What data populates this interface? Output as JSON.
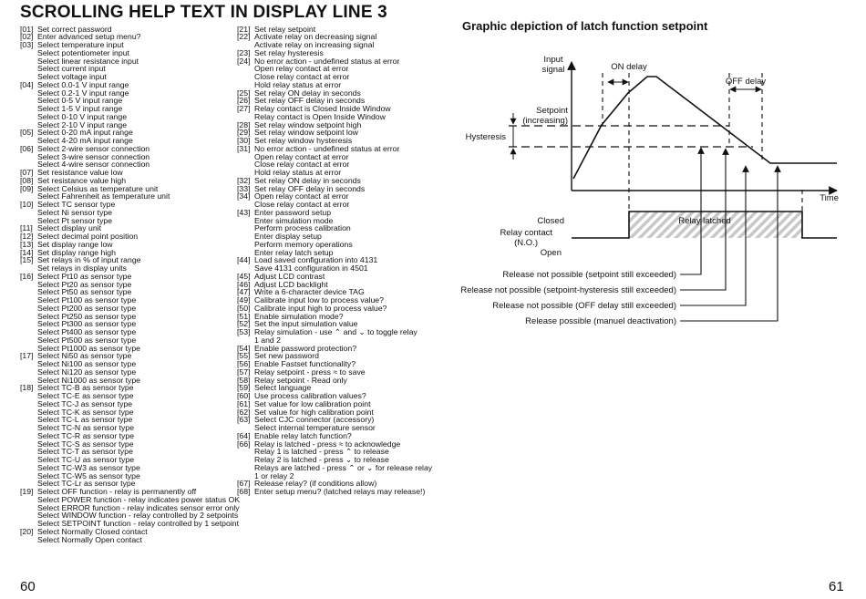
{
  "header": {
    "title": "SCROLLING HELP TEXT IN DISPLAY LINE 3"
  },
  "left_column": [
    {
      "code": "[01]",
      "text": "Set correct password"
    },
    {
      "code": "[02]",
      "text": "Enter advanced setup menu?"
    },
    {
      "code": "[03]",
      "text": "Select temperature input"
    },
    {
      "code": "",
      "text": "Select potentiometer input"
    },
    {
      "code": "",
      "text": "Select linear resistance input"
    },
    {
      "code": "",
      "text": "Select current input"
    },
    {
      "code": "",
      "text": "Select voltage input"
    },
    {
      "code": "[04]",
      "text": "Select 0.0-1 V input range"
    },
    {
      "code": "",
      "text": "Select 0.2-1 V input range"
    },
    {
      "code": "",
      "text": "Select 0-5 V input range"
    },
    {
      "code": "",
      "text": "Select 1-5 V input range"
    },
    {
      "code": "",
      "text": "Select 0-10 V input range"
    },
    {
      "code": "",
      "text": "Select 2-10 V input range"
    },
    {
      "code": "[05]",
      "text": "Select 0-20 mA input range"
    },
    {
      "code": "",
      "text": "Select 4-20 mA input range"
    },
    {
      "code": "[06]",
      "text": "Select 2-wire sensor connection"
    },
    {
      "code": "",
      "text": "Select 3-wire sensor connection"
    },
    {
      "code": "",
      "text": "Select 4-wire sensor connection"
    },
    {
      "code": "[07]",
      "text": "Set resistance value low"
    },
    {
      "code": "[08]",
      "text": "Set resistance value high"
    },
    {
      "code": "[09]",
      "text": "Select Celsius as temperature unit"
    },
    {
      "code": "",
      "text": "Select Fahrenheit as temperature unit"
    },
    {
      "code": "[10]",
      "text": "Select TC sensor type"
    },
    {
      "code": "",
      "text": "Select Ni sensor type"
    },
    {
      "code": "",
      "text": "Select Pt sensor type"
    },
    {
      "code": "[11]",
      "text": "Select display unit"
    },
    {
      "code": "[12]",
      "text": "Select decimal point position"
    },
    {
      "code": "[13]",
      "text": "Set display range low"
    },
    {
      "code": "[14]",
      "text": "Set display range high"
    },
    {
      "code": "[15]",
      "text": "Set relays in % of input range"
    },
    {
      "code": "",
      "text": "Set relays in display units"
    },
    {
      "code": "[16]",
      "text": "Select Pt10 as sensor type"
    },
    {
      "code": "",
      "text": "Select Pt20 as sensor type"
    },
    {
      "code": "",
      "text": "Select Pt50 as sensor type"
    },
    {
      "code": "",
      "text": "Select Pt100 as sensor type"
    },
    {
      "code": "",
      "text": "Select Pt200 as sensor type"
    },
    {
      "code": "",
      "text": "Select Pt250 as sensor type"
    },
    {
      "code": "",
      "text": "Select Pt300 as sensor type"
    },
    {
      "code": "",
      "text": "Select Pt400 as sensor type"
    },
    {
      "code": "",
      "text": "Select Pt500 as sensor type"
    },
    {
      "code": "",
      "text": "Select Pt1000 as sensor type"
    },
    {
      "code": "[17]",
      "text": "Select Ni50 as sensor type"
    },
    {
      "code": "",
      "text": "Select Ni100 as sensor type"
    },
    {
      "code": "",
      "text": "Select Ni120 as sensor type"
    },
    {
      "code": "",
      "text": "Select Ni1000 as sensor type"
    },
    {
      "code": "[18]",
      "text": "Select TC-B as sensor type"
    },
    {
      "code": "",
      "text": "Select TC-E as sensor type"
    },
    {
      "code": "",
      "text": "Select TC-J as sensor type"
    },
    {
      "code": "",
      "text": "Select TC-K as sensor type"
    },
    {
      "code": "",
      "text": "Select TC-L as sensor type"
    },
    {
      "code": "",
      "text": "Select TC-N as sensor type"
    },
    {
      "code": "",
      "text": "Select TC-R as sensor type"
    },
    {
      "code": "",
      "text": "Select TC-S as sensor type"
    },
    {
      "code": "",
      "text": "Select TC-T as sensor type"
    },
    {
      "code": "",
      "text": "Select TC-U as sensor type"
    },
    {
      "code": "",
      "text": "Select TC-W3 as sensor type"
    },
    {
      "code": "",
      "text": "Select TC-W5 as sensor type"
    },
    {
      "code": "",
      "text": "Select TC-Lr as sensor type"
    },
    {
      "code": "[19]",
      "text": "Select OFF function - relay is permanently off"
    },
    {
      "code": "",
      "text": "Select POWER function - relay indicates power status OK"
    },
    {
      "code": "",
      "text": "Select ERROR function - relay indicates sensor error only"
    },
    {
      "code": "",
      "text": "Select WINDOW function - relay controlled by 2 setpoints"
    },
    {
      "code": "",
      "text": "Select SETPOINT function - relay controlled by 1 setpoint"
    },
    {
      "code": "[20]",
      "text": "Select Normally Closed contact"
    },
    {
      "code": "",
      "text": "Select Normally Open contact"
    }
  ],
  "middle_column": [
    {
      "code": "[21]",
      "text": "Set relay setpoint"
    },
    {
      "code": "[22]",
      "text": "Activate relay on decreasing signal"
    },
    {
      "code": "",
      "text": "Activate relay on increasing signal"
    },
    {
      "code": "[23]",
      "text": "Set relay hysteresis"
    },
    {
      "code": "[24]",
      "text": "No error action - undefined status at error"
    },
    {
      "code": "",
      "text": "Open relay contact at error"
    },
    {
      "code": "",
      "text": "Close relay contact at error"
    },
    {
      "code": "",
      "text": "Hold relay status at error"
    },
    {
      "code": "[25]",
      "text": "Set relay ON delay in seconds"
    },
    {
      "code": "[26]",
      "text": "Set relay OFF delay in seconds"
    },
    {
      "code": "[27]",
      "text": "Relay contact is Closed Inside Window"
    },
    {
      "code": "",
      "text": "Relay contact is Open Inside Window"
    },
    {
      "code": "[28]",
      "text": "Set relay window setpoint high"
    },
    {
      "code": "[29]",
      "text": "Set relay window setpoint low"
    },
    {
      "code": "[30]",
      "text": "Set relay window hysteresis"
    },
    {
      "code": "[31]",
      "text": "No error action - undefined status at error"
    },
    {
      "code": "",
      "text": "Open relay contact at error"
    },
    {
      "code": "",
      "text": "Close relay contact at error"
    },
    {
      "code": "",
      "text": "Hold relay status at error"
    },
    {
      "code": "[32]",
      "text": "Set relay ON delay in seconds"
    },
    {
      "code": "[33]",
      "text": "Set relay OFF delay in seconds"
    },
    {
      "code": "[34]",
      "text": "Open relay contact at error"
    },
    {
      "code": "",
      "text": "Close relay contact at error"
    },
    {
      "code": "[43]",
      "text": "Enter password setup"
    },
    {
      "code": "",
      "text": "Enter simulation mode"
    },
    {
      "code": "",
      "text": "Perform process calibration"
    },
    {
      "code": "",
      "text": "Enter display setup"
    },
    {
      "code": "",
      "text": "Perform memory operations"
    },
    {
      "code": "",
      "text": "Enter relay latch setup"
    },
    {
      "code": "[44]",
      "text": "Load saved configuration into 4131"
    },
    {
      "code": "",
      "text": "Save 4131 configuration in 4501"
    },
    {
      "code": "[45]",
      "text": "Adjust LCD contrast"
    },
    {
      "code": "[46]",
      "text": "Adjust LCD backlight"
    },
    {
      "code": "[47]",
      "text": "Write a 6-character device TAG"
    },
    {
      "code": "[49]",
      "text": "Calibrate input low to process value?"
    },
    {
      "code": "[50]",
      "text": "Calibrate input high to process value?"
    },
    {
      "code": "[51]",
      "text": "Enable simulation mode?"
    },
    {
      "code": "[52]",
      "text": "Set the input simulation value"
    },
    {
      "code": "[53]",
      "text": "Relay simulation - use ⌃ and ⌄ to toggle relay"
    },
    {
      "code": "",
      "text": "1 and 2"
    },
    {
      "code": "[54]",
      "text": "Enable password protection?"
    },
    {
      "code": "[55]",
      "text": "Set new password"
    },
    {
      "code": "[56]",
      "text": "Enable Fastset functionality?"
    },
    {
      "code": "[57]",
      "text": "Relay setpoint - press ≈ to save"
    },
    {
      "code": "[58]",
      "text": "Relay setpoint - Read only"
    },
    {
      "code": "[59]",
      "text": "Select language"
    },
    {
      "code": "[60]",
      "text": "Use process calibration values?"
    },
    {
      "code": "[61]",
      "text": "Set value for low calibration point"
    },
    {
      "code": "[62]",
      "text": "Set value for high calibration point"
    },
    {
      "code": "[63]",
      "text": "Select CJC connector (accessory)"
    },
    {
      "code": "",
      "text": "Select internal temperature sensor"
    },
    {
      "code": "[64]",
      "text": "Enable relay latch function?"
    },
    {
      "code": "[66]",
      "text": "Relay is latched - press ≈ to acknowledge"
    },
    {
      "code": "",
      "text": "Relay 1 is latched - press ⌃ to release"
    },
    {
      "code": "",
      "text": "Relay 2 is latched - press ⌄ to release"
    },
    {
      "code": "",
      "text": "Relays are latched - press ⌃ or ⌄ for release relay"
    },
    {
      "code": "",
      "text": "1 or relay 2"
    },
    {
      "code": "[67]",
      "text": "Release relay? (if conditions allow)"
    },
    {
      "code": "[68]",
      "text": "Enter setup menu? (latched relays may release!)"
    }
  ],
  "diagram": {
    "title": "Graphic depiction of latch function setpoint",
    "labels": {
      "input_signal_1": "Input",
      "input_signal_2": "signal",
      "on_delay": "ON delay",
      "off_delay": "OFF delay",
      "setpoint_1": "Setpoint",
      "setpoint_2": "(increasing)",
      "hysteresis": "Hysteresis",
      "time": "Time",
      "closed": "Closed",
      "relay_contact": "Relay contact",
      "no": "(N.O.)",
      "open": "Open",
      "relay_latched": "Relay latched"
    },
    "release_notes": [
      "Release not possible (setpoint still exceeded)",
      "Release not possible (setpoint-hysteresis still exceeded)",
      "Release not possible (OFF delay still exceeded)",
      "Release possible (manuel deactivation)"
    ]
  },
  "footer": {
    "page_left": "60",
    "page_right": "61"
  }
}
